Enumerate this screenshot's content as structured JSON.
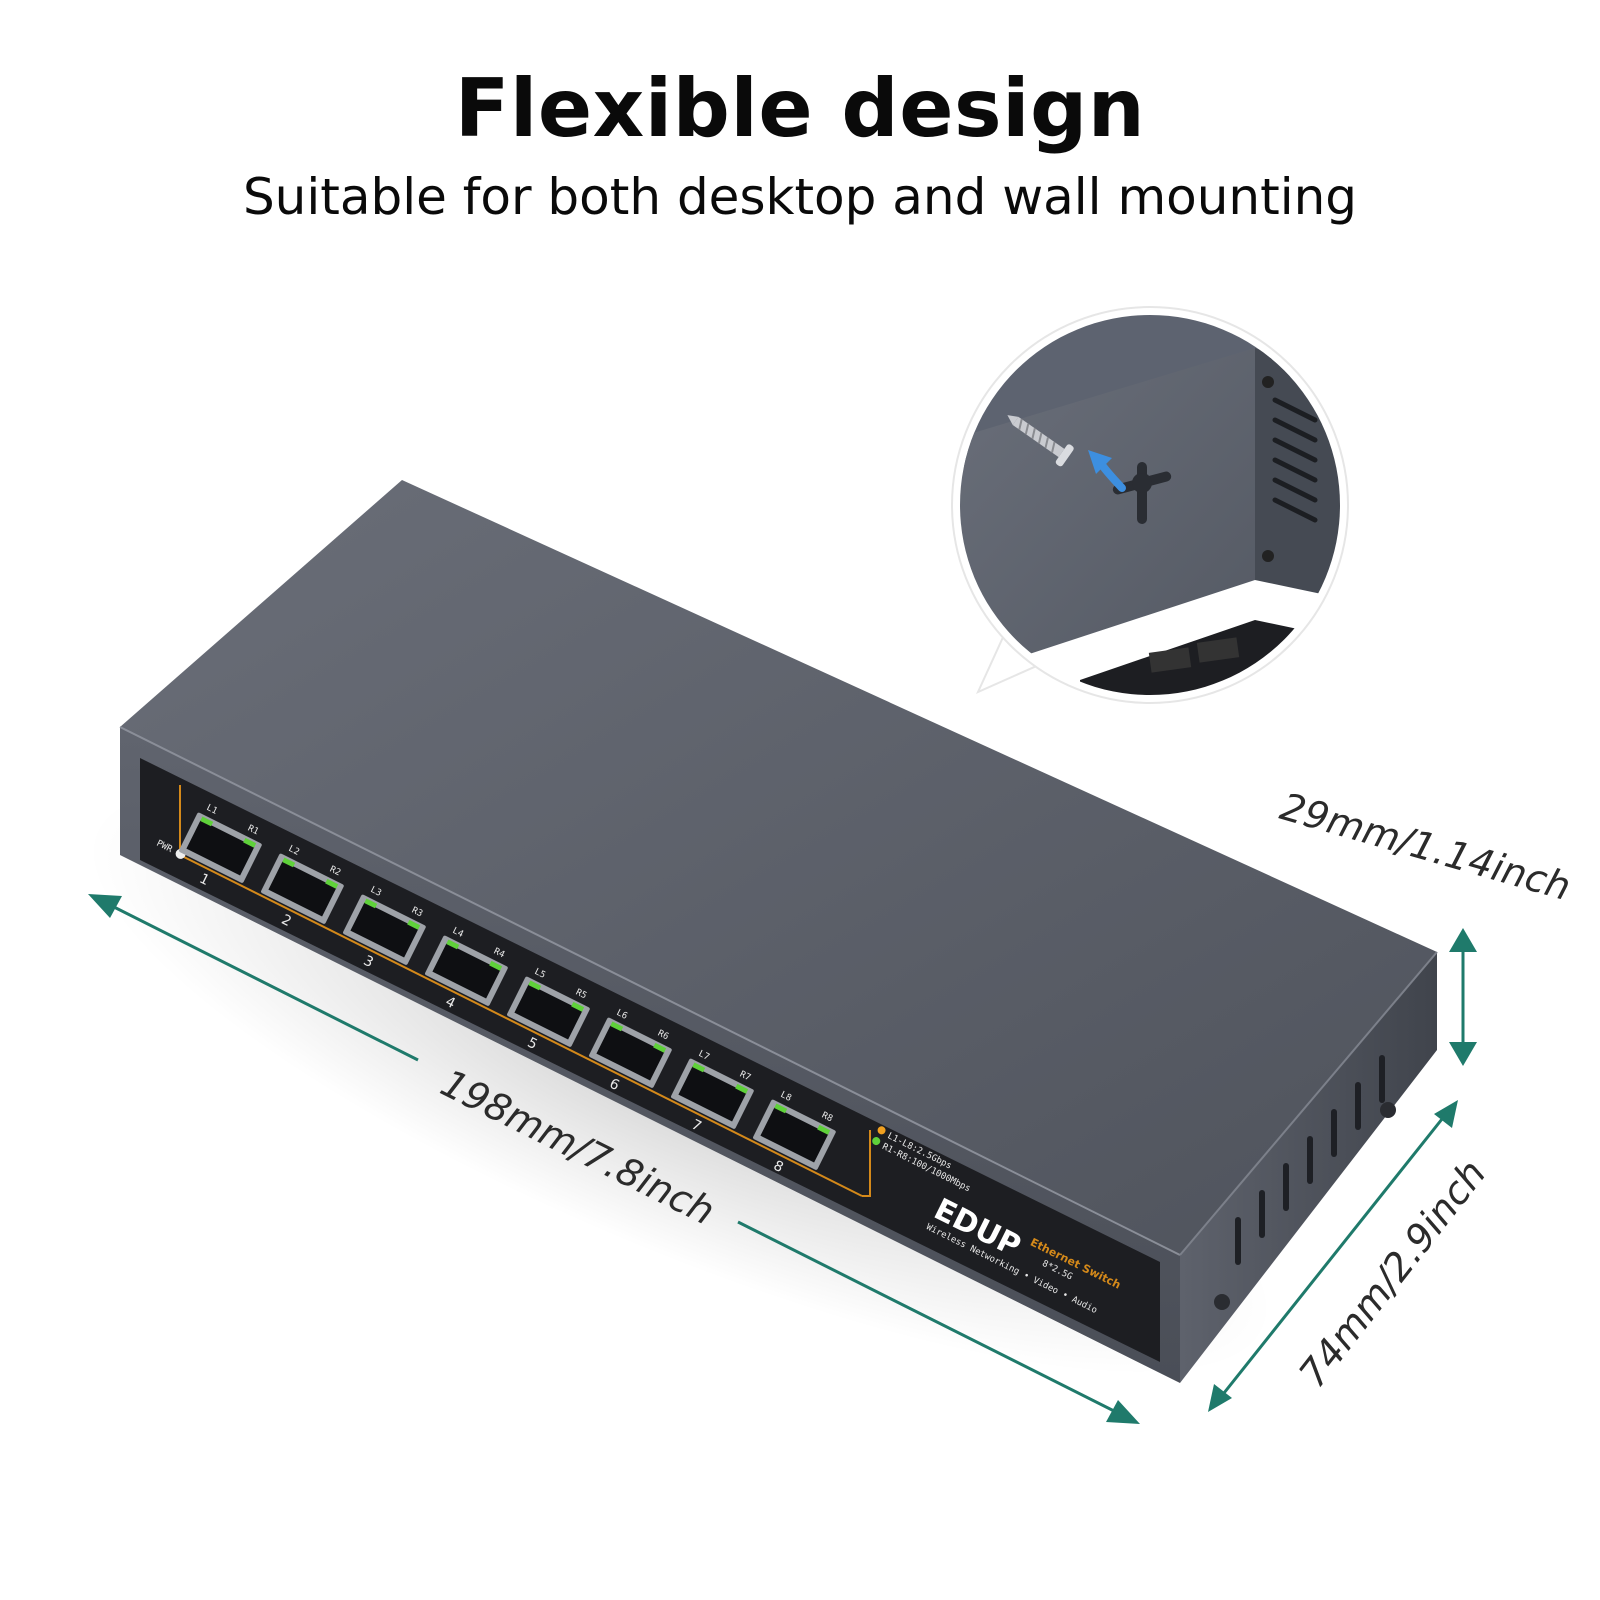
{
  "header": {
    "title": "Flexible design",
    "subtitle": "Suitable for both desktop and wall mounting"
  },
  "dimensions": {
    "length": "198mm/7.8inch",
    "depth": "74mm/2.9inch",
    "height": "29mm/1.14inch"
  },
  "device": {
    "pwr_label": "PWR",
    "ports": [
      {
        "number": "1",
        "left_led": "L1",
        "right_led": "R1"
      },
      {
        "number": "2",
        "left_led": "L2",
        "right_led": "R2"
      },
      {
        "number": "3",
        "left_led": "L3",
        "right_led": "R3"
      },
      {
        "number": "4",
        "left_led": "L4",
        "right_led": "R4"
      },
      {
        "number": "5",
        "left_led": "L5",
        "right_led": "R5"
      },
      {
        "number": "6",
        "left_led": "L6",
        "right_led": "R6"
      },
      {
        "number": "7",
        "left_led": "L7",
        "right_led": "R7"
      },
      {
        "number": "8",
        "left_led": "L8",
        "right_led": "R8"
      }
    ],
    "legend_line1": "L1-L8:2.5Gbps",
    "legend_line2": "R1-R8:100/1000Mbps",
    "brand": "EDUP",
    "brand_tagline": "Wireless Networking • Video • Audio",
    "product_name": "Ethernet Switch",
    "product_spec": "8*2.5G"
  },
  "colors": {
    "accent_arrow": "#1f7a6b",
    "chassis": "#5b5f69",
    "front_panel": "#1d1e22",
    "led_orange": "#f0a020",
    "led_green": "#5fd13a"
  },
  "icons": {
    "screw": "screw-icon",
    "mount_arrow": "arrow-icon"
  }
}
